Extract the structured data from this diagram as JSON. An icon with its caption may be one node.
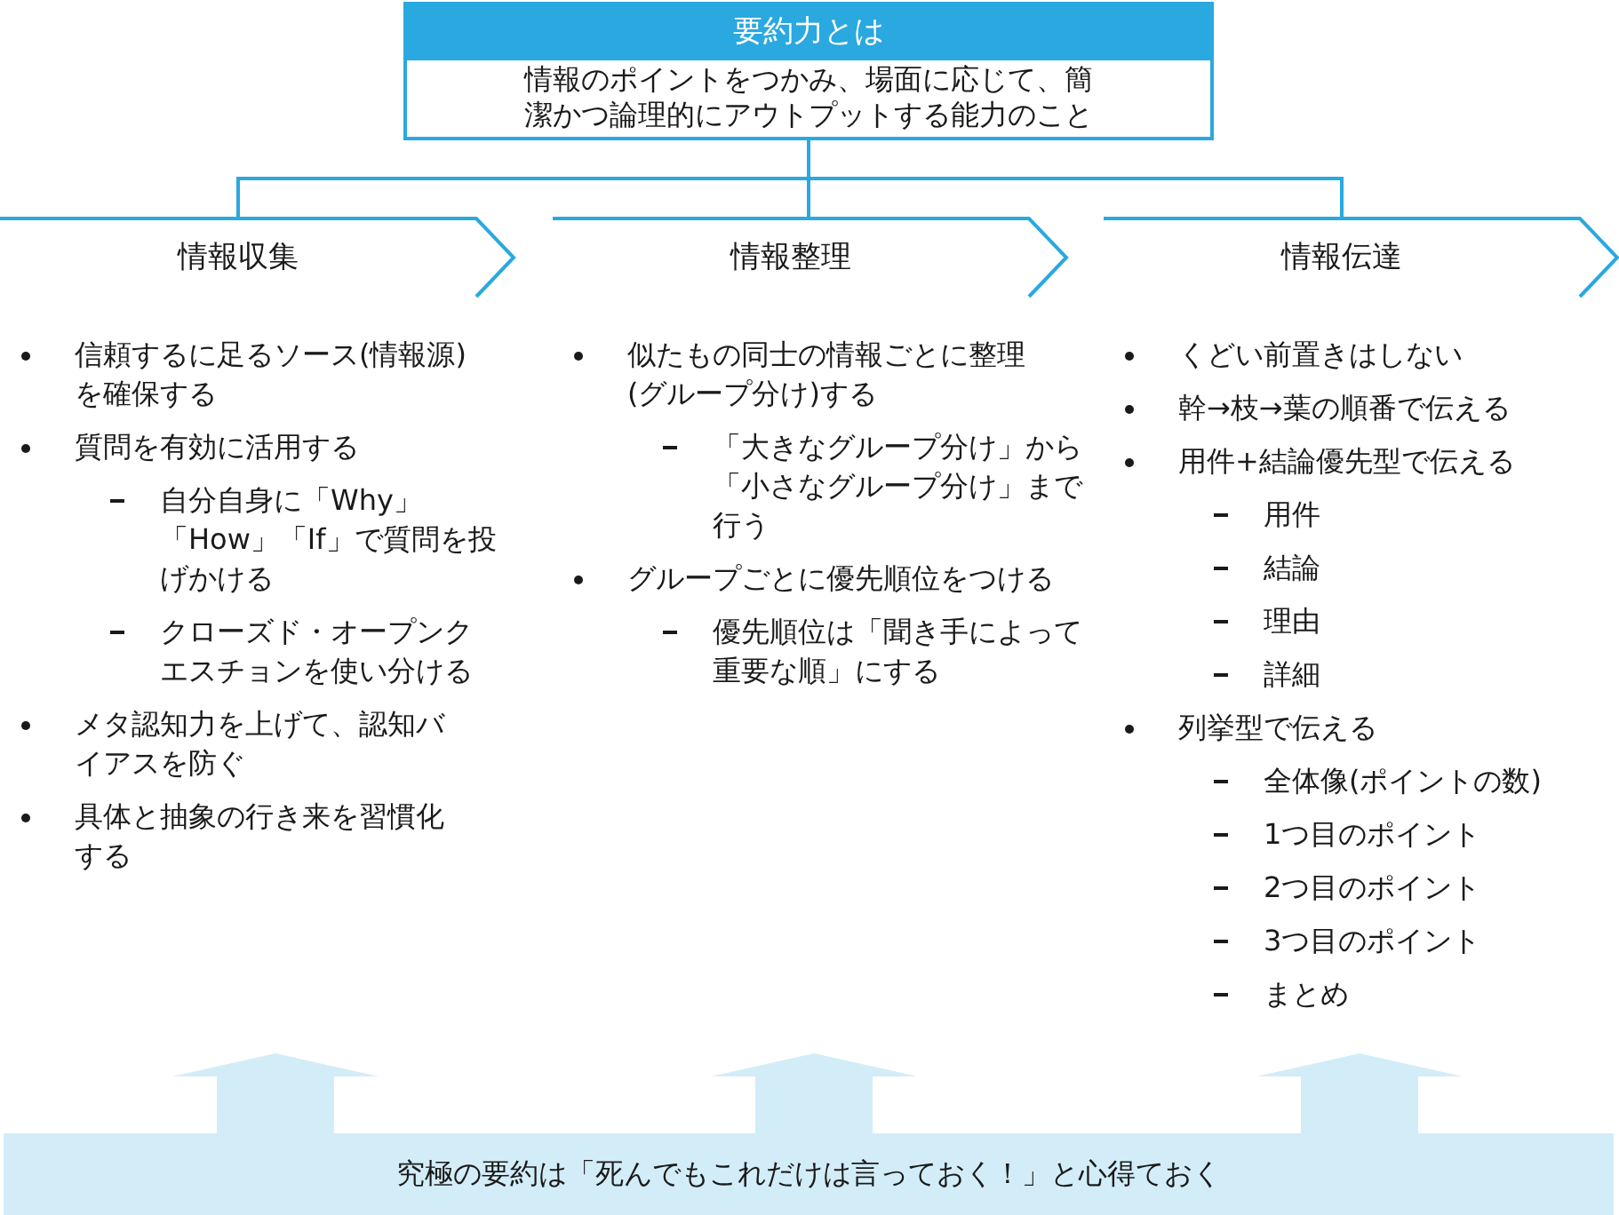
{
  "diagram": {
    "nodes": [
      {
        "text": [
          "要約力とは",
          "情報のポイントをつかみ、場面に応じて、簡潔かつ論理的にアウトプットする能力のこと"
        ]
      },
      {
        "text": [
          "情報収集"
        ],
        "beside": [
          "信頼するに足るソース(情報源)を確保する",
          "質問を有効に活用する",
          "自分自身に「Why」「How」「If」で質問を投げかける",
          "クローズド・オープンクエスチョンを使い分ける",
          "メタ認知力を上げて、認知バイアスを防ぐ",
          "具体と抽象の行き来を習慣化する"
        ]
      },
      {
        "text": [
          "情報整理"
        ],
        "beside": [
          "似たもの同士の情報ごとに整理(グループ分け)する",
          "「大きなグループ分け」から「小さなグループ分け」まで行う",
          "グループごとに優先順位をつける",
          "優先順位は「聞き手によって重要な順」にする"
        ]
      },
      {
        "text": [
          "情報伝達"
        ],
        "beside": [
          "くどい前置きはしない",
          "幹→枝→葉の順番で伝える",
          "用件+結論優先型で伝える",
          "用件",
          "結論",
          "理由",
          "詳細",
          "列挙型で伝える",
          "全体像(ポイントの数)",
          "1つ目のポイント",
          "2つ目のポイント",
          "3つ目のポイント",
          "まとめ"
        ]
      },
      {
        "text": [
          "究極の要約は「死んでもこれだけは言っておく！」と心得ておく"
        ]
      }
    ],
    "edges": [
      {
        "from": 0,
        "to": 1,
        "arrow": "none"
      },
      {
        "from": 0,
        "to": 2,
        "arrow": "none"
      },
      {
        "from": 0,
        "to": 3,
        "arrow": "none"
      },
      {
        "from": 4,
        "to": null,
        "arrow": "to",
        "style": "thick",
        "color": "#d3edf8"
      },
      {
        "from": 4,
        "to": null,
        "arrow": "to",
        "style": "thick",
        "color": "#d3edf8"
      },
      {
        "from": 4,
        "to": null,
        "arrow": "to",
        "style": "thick",
        "color": "#d3edf8"
      }
    ]
  }
}
